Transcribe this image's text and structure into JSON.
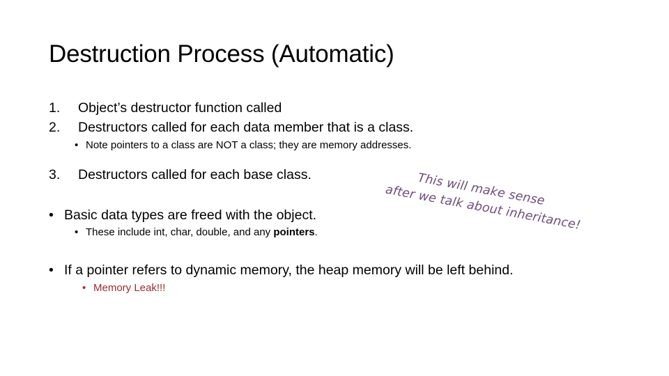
{
  "slide": {
    "title": "Destruction Process (Automatic)",
    "background_color": "#FFFFFF",
    "text_color": "#000000",
    "numbered_items": [
      {
        "marker": "1.",
        "text": "Object’s destructor function called"
      },
      {
        "marker": "2.",
        "text": "Destructors called for each data member that is a class."
      }
    ],
    "sub_bullet_1": {
      "marker": "•",
      "text": "Note pointers to a class are NOT a class; they are memory addresses."
    },
    "numbered_item_3": {
      "marker": "3.",
      "text": "Destructors called for each base class."
    },
    "bullet_basic_types": {
      "marker": "•",
      "text": "Basic data types are freed with the object."
    },
    "sub_bullet_includes": {
      "marker": "•",
      "text_before": "These include int, char, double, and any ",
      "text_bold": "pointers",
      "text_after": "."
    },
    "bullet_dynamic_memory": {
      "marker": "•",
      "text": "If a pointer refers to dynamic memory, the heap memory will be left behind."
    },
    "sub_bullet_memory_leak": {
      "marker": "•",
      "text": "Memory Leak!!!",
      "color": "#9E2B2B"
    },
    "annotation": {
      "line1": "This will make sense",
      "line2": "after we talk about inheritance!",
      "color": "#6F4E7C",
      "rotation_deg": 10.5
    }
  }
}
